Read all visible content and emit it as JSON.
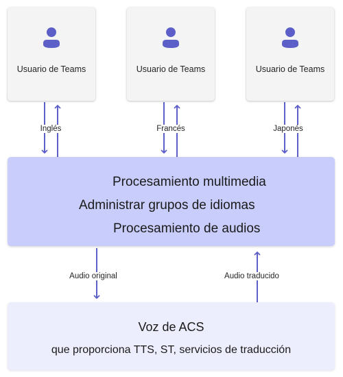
{
  "users": [
    {
      "label": "Usuario de Teams",
      "language": "Inglés"
    },
    {
      "label": "Usuario de Teams",
      "language": "Francés"
    },
    {
      "label": "Usuario de Teams",
      "language": "Japonés"
    }
  ],
  "processing": {
    "line1": "Procesamiento multimedia",
    "line2": "Administrar grupos de idiomas",
    "line3": "Procesamiento de audios"
  },
  "acs": {
    "title": "Voz de ACS",
    "subtitle": "que proporciona TTS, ST, servicios de traducción"
  },
  "flows": {
    "original_audio": "Audio original",
    "translated_audio": "Audio traducido"
  },
  "colors": {
    "accent": "#5b5fc7",
    "processing_bg": "#c9cdfb",
    "acs_bg": "#ecedfd",
    "card_bg": "#f4f4f4"
  }
}
